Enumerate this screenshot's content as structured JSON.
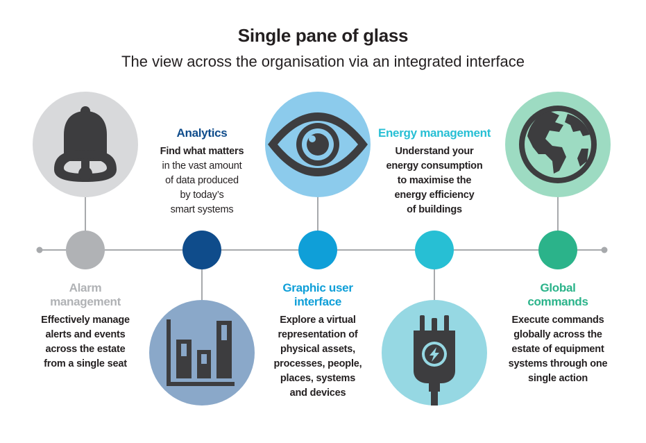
{
  "title": "Single pane of glass",
  "subtitle": "The view across the organisation via an integrated interface",
  "colors": {
    "alarm": "#b0b2b5",
    "alarm_icon_bg": "#d8d9db",
    "analytics": "#0f4c8b",
    "analytics_icon_bg": "#8aa8c9",
    "gui": "#0f9fd8",
    "gui_icon_bg": "#8ccbec",
    "energy": "#27bfd4",
    "energy_icon_bg": "#96d8e3",
    "global": "#2bb38a",
    "global_icon_bg": "#9ddbc2",
    "line": "#a7a9ac",
    "icon": "#3d3d3f"
  },
  "items": [
    {
      "key": "alarm",
      "heading": [
        "Alarm",
        "management"
      ],
      "text": [
        "Effectively manage",
        "alerts and events",
        "across the estate",
        "from a single seat"
      ],
      "icon": "bell-icon"
    },
    {
      "key": "analytics",
      "heading": [
        "Analytics"
      ],
      "lead": "Find what matters",
      "text": [
        "in the vast amount",
        "of data produced",
        "by today’s",
        "smart systems"
      ],
      "icon": "bar-chart-icon"
    },
    {
      "key": "gui",
      "heading": [
        "Graphic user",
        "interface"
      ],
      "text": [
        "Explore a virtual",
        "representation of",
        "physical assets,",
        "processes, people,",
        "places, systems",
        "and devices"
      ],
      "icon": "eye-icon"
    },
    {
      "key": "energy",
      "heading": [
        "Energy management"
      ],
      "text": [
        "Understand your",
        "energy consumption",
        "to maximise the",
        "energy efficiency",
        "of buildings"
      ],
      "icon": "plug-icon"
    },
    {
      "key": "global",
      "heading": [
        "Global",
        "commands"
      ],
      "text": [
        "Execute commands",
        "globally across the",
        "estate of equipment",
        "systems through one",
        "single action"
      ],
      "icon": "globe-icon"
    }
  ]
}
